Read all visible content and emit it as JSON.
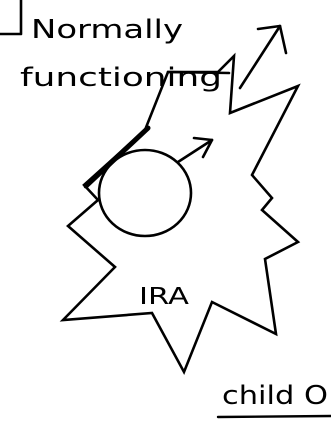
{
  "labels": {
    "line1": "Normally",
    "line2": "functioning",
    "center": "IRA",
    "bottom": "child O"
  },
  "icons": {
    "male_symbol": "male-symbol-icon",
    "arrow": "arrow-up-right-icon"
  },
  "colors": {
    "ink": "#000000",
    "paper": "#ffffff"
  }
}
